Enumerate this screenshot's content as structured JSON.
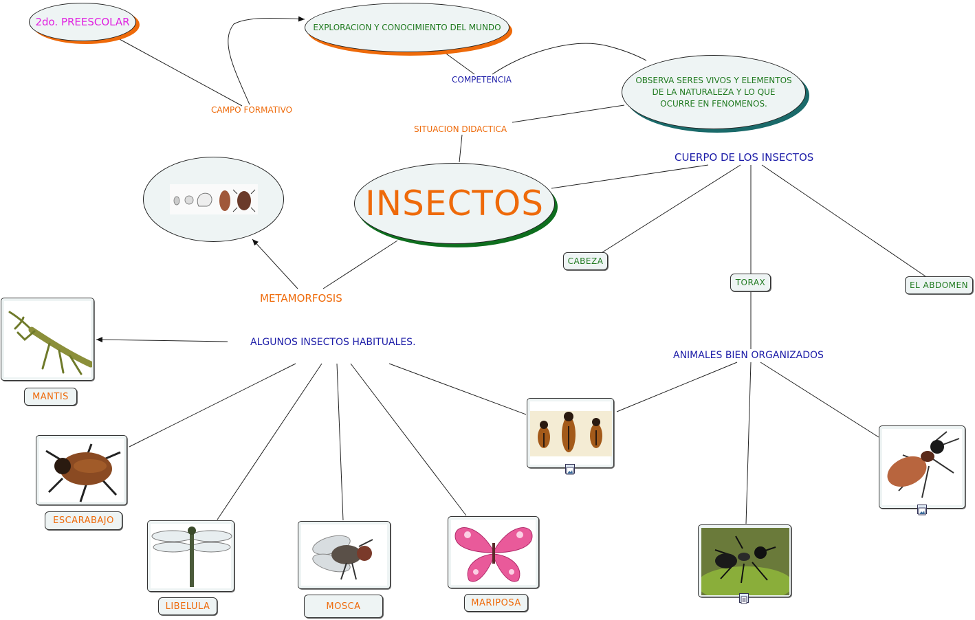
{
  "colors": {
    "orange": "#ee6a0a",
    "green": "#207a20",
    "blue": "#1d1da8",
    "magenta": "#e020e0",
    "node_fill": "#eef4f4",
    "shadow_orange": "#ee6a0a",
    "shadow_green": "#0e6e1e",
    "shadow_teal": "#1a6a6a"
  },
  "nodes": {
    "grade": "2do. PREESCOLAR",
    "field": "EXPLORACION Y CONOCIMIENTO DEL MUNDO",
    "competency": "OBSERVA SERES VIVOS Y ELEMENTOS DE LA NATURALEZA Y LO QUE OCURRE EN FENOMENOS.",
    "main": "INSECTOS"
  },
  "link_labels": {
    "campo": "CAMPO FORMATIVO",
    "competencia": "COMPETENCIA",
    "situacion": "SITUACION DIDACTICA",
    "cuerpo": "CUERPO DE LOS INSECTOS",
    "metamorfosis": "METAMORFOSIS",
    "algunos": "ALGUNOS INSECTOS HABITUALES.",
    "animales": "ANIMALES BIEN ORGANIZADOS"
  },
  "body_parts": {
    "cabeza": "CABEZA",
    "torax": "TORAX",
    "abdomen": "EL ABDOMEN"
  },
  "insects": {
    "mantis": "MANTIS",
    "escarabajo": "ESCARABAJO",
    "libelula": "LIBELULA",
    "mosca": "MOSCA",
    "mariposa": "MARIPOSA"
  },
  "icons": [
    "image-attachment-icon",
    "document-attachment-icon"
  ]
}
